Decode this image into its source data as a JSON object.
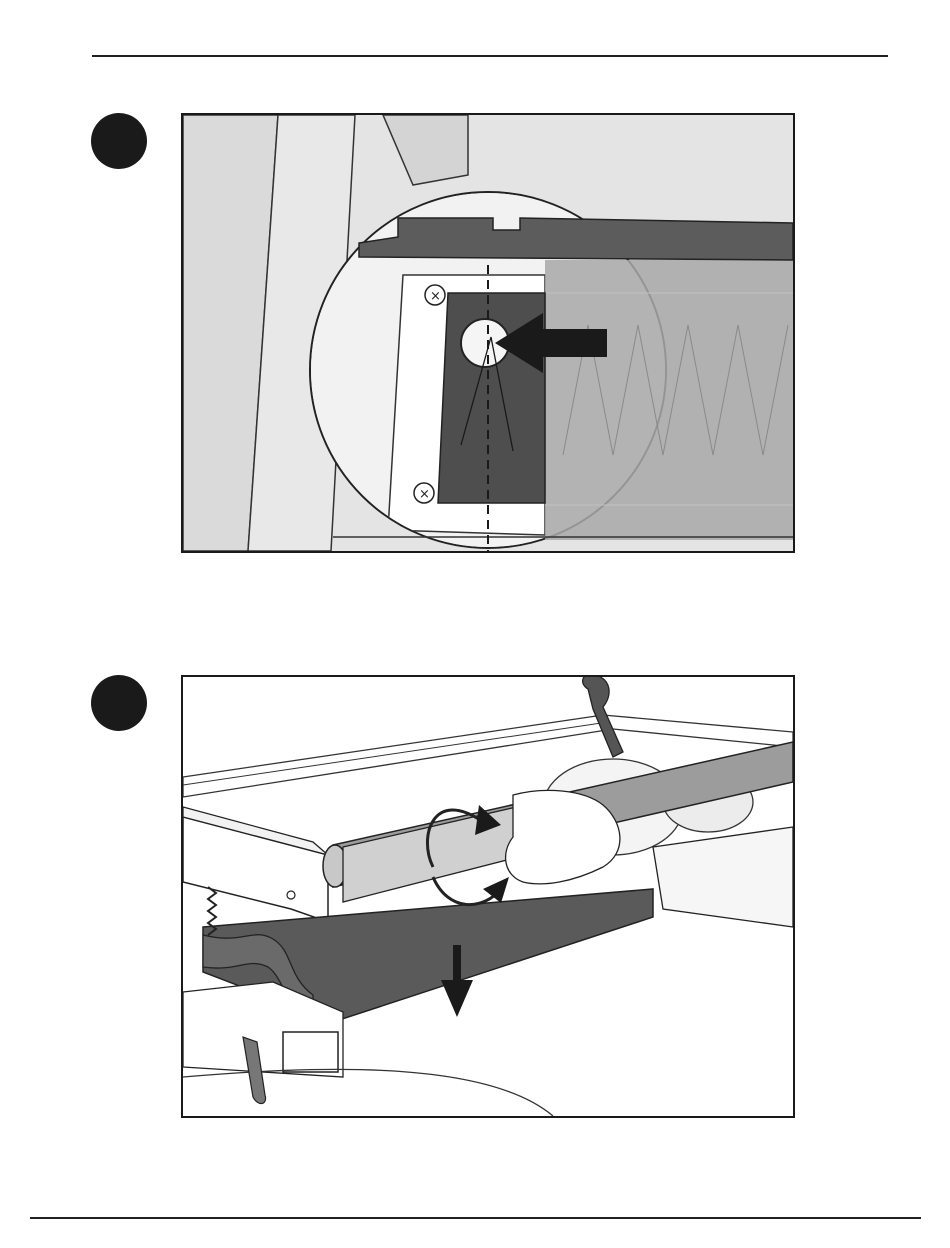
{
  "page": {
    "steps": [
      {
        "figure_icon": "round-step-marker",
        "illustration": "blade-alignment-detail"
      },
      {
        "figure_icon": "round-step-marker",
        "illustration": "roller-rotation"
      }
    ]
  },
  "colors": {
    "ink": "#1a1a1a",
    "dark_part": "#555555",
    "mid_part": "#9c9c9c",
    "light_part": "#d8d8d8",
    "background": "#ffffff"
  }
}
